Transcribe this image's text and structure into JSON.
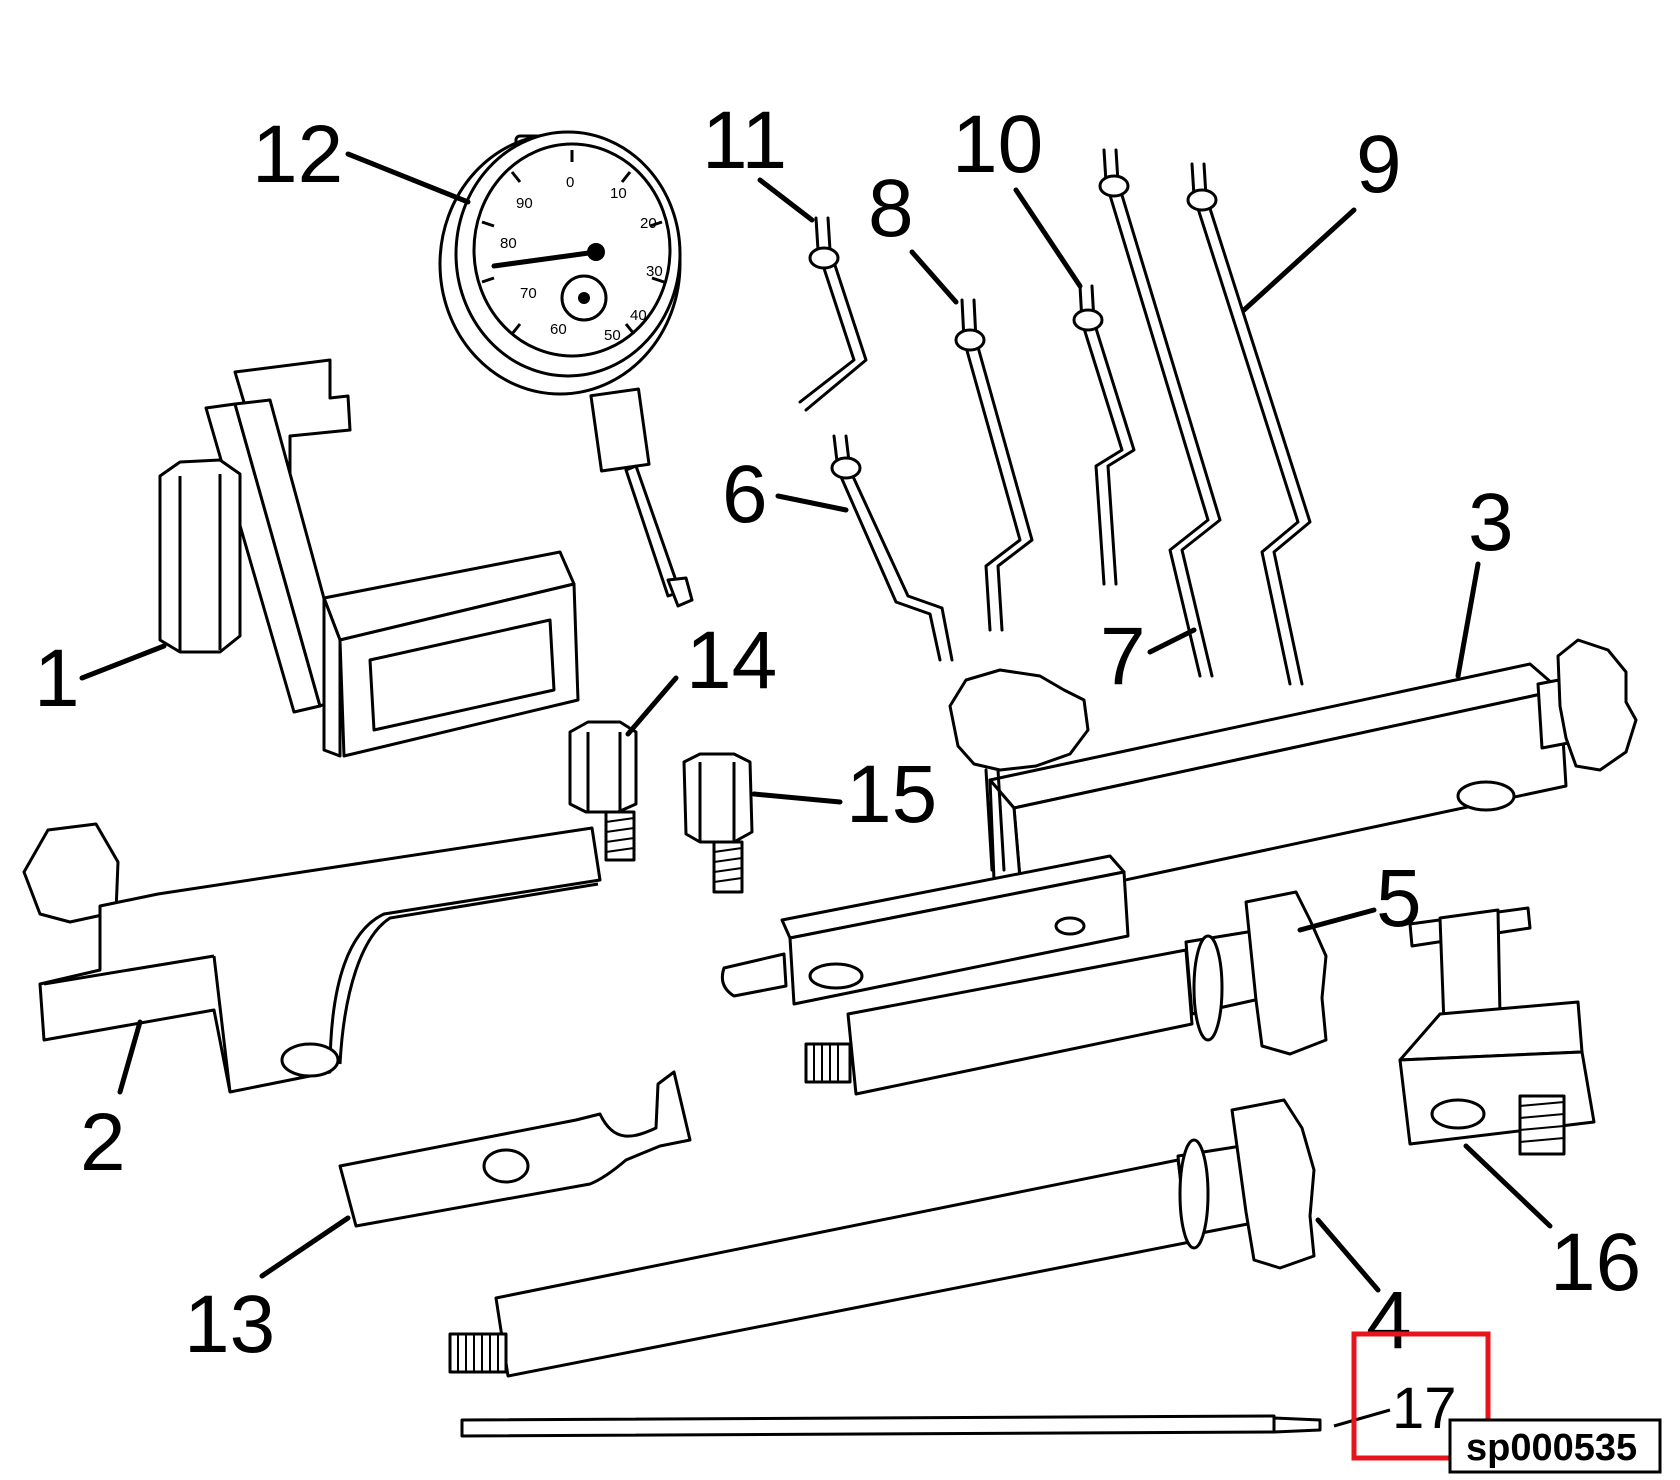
{
  "figure_id": "sp000535",
  "dial": {
    "outer_numbers": [
      "0",
      "10",
      "20",
      "30",
      "40",
      "50",
      "60",
      "70",
      "80",
      "90"
    ]
  },
  "labels": [
    {
      "id": "1",
      "text": "1"
    },
    {
      "id": "2",
      "text": "2"
    },
    {
      "id": "3",
      "text": "3"
    },
    {
      "id": "4",
      "text": "4"
    },
    {
      "id": "5",
      "text": "5"
    },
    {
      "id": "6",
      "text": "6"
    },
    {
      "id": "7",
      "text": "7"
    },
    {
      "id": "8",
      "text": "8"
    },
    {
      "id": "9",
      "text": "9"
    },
    {
      "id": "10",
      "text": "10"
    },
    {
      "id": "11",
      "text": "11"
    },
    {
      "id": "12",
      "text": "12"
    },
    {
      "id": "13",
      "text": "13"
    },
    {
      "id": "14",
      "text": "14"
    },
    {
      "id": "15",
      "text": "15"
    },
    {
      "id": "16",
      "text": "16"
    },
    {
      "id": "17",
      "text": "17"
    }
  ],
  "highlight_color": "#e8141c"
}
